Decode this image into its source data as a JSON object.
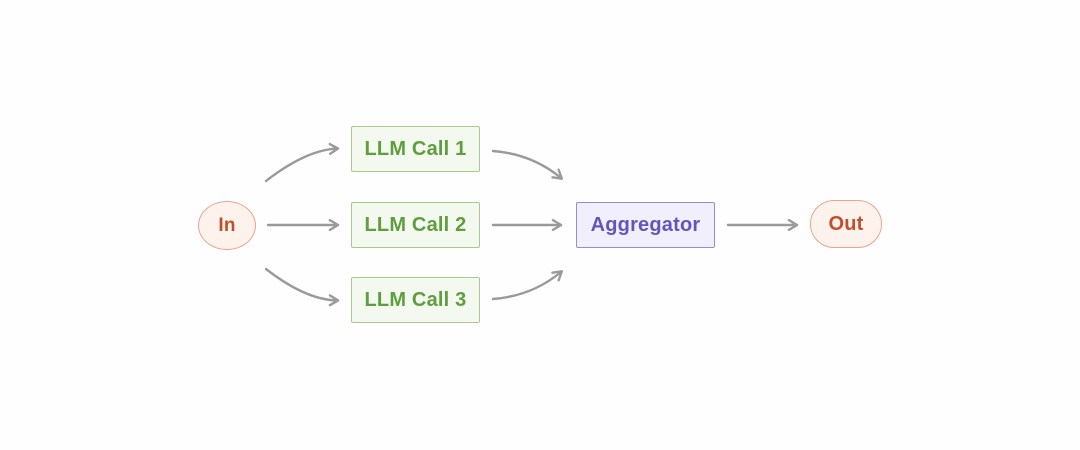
{
  "diagram": {
    "title": "parallelization-workflow",
    "input_node": {
      "label": "In"
    },
    "llm_call_nodes": [
      {
        "label": "LLM Call 1"
      },
      {
        "label": "LLM Call 2"
      },
      {
        "label": "LLM Call 3"
      }
    ],
    "aggregator_node": {
      "label": "Aggregator"
    },
    "output_node": {
      "label": "Out"
    },
    "edges": [
      {
        "from": "In",
        "to": "LLM Call 1",
        "style": "curved"
      },
      {
        "from": "In",
        "to": "LLM Call 2",
        "style": "straight"
      },
      {
        "from": "In",
        "to": "LLM Call 3",
        "style": "curved"
      },
      {
        "from": "LLM Call 1",
        "to": "Aggregator",
        "style": "curved"
      },
      {
        "from": "LLM Call 2",
        "to": "Aggregator",
        "style": "straight"
      },
      {
        "from": "LLM Call 3",
        "to": "Aggregator",
        "style": "curved"
      },
      {
        "from": "Aggregator",
        "to": "Out",
        "style": "straight"
      }
    ],
    "colors": {
      "background": "#fefefe",
      "llm_box_fill": "#f4f9ef",
      "llm_box_border": "#aac98c",
      "llm_box_text": "#5f9e3e",
      "aggregator_fill": "#f1effb",
      "aggregator_border": "#968bd9",
      "aggregator_text": "#6156be",
      "in_out_fill": "#fdf2ec",
      "in_out_border": "#e8a58f",
      "in_out_text": "#c14f2d",
      "arrow": "#9a9a9a"
    }
  }
}
